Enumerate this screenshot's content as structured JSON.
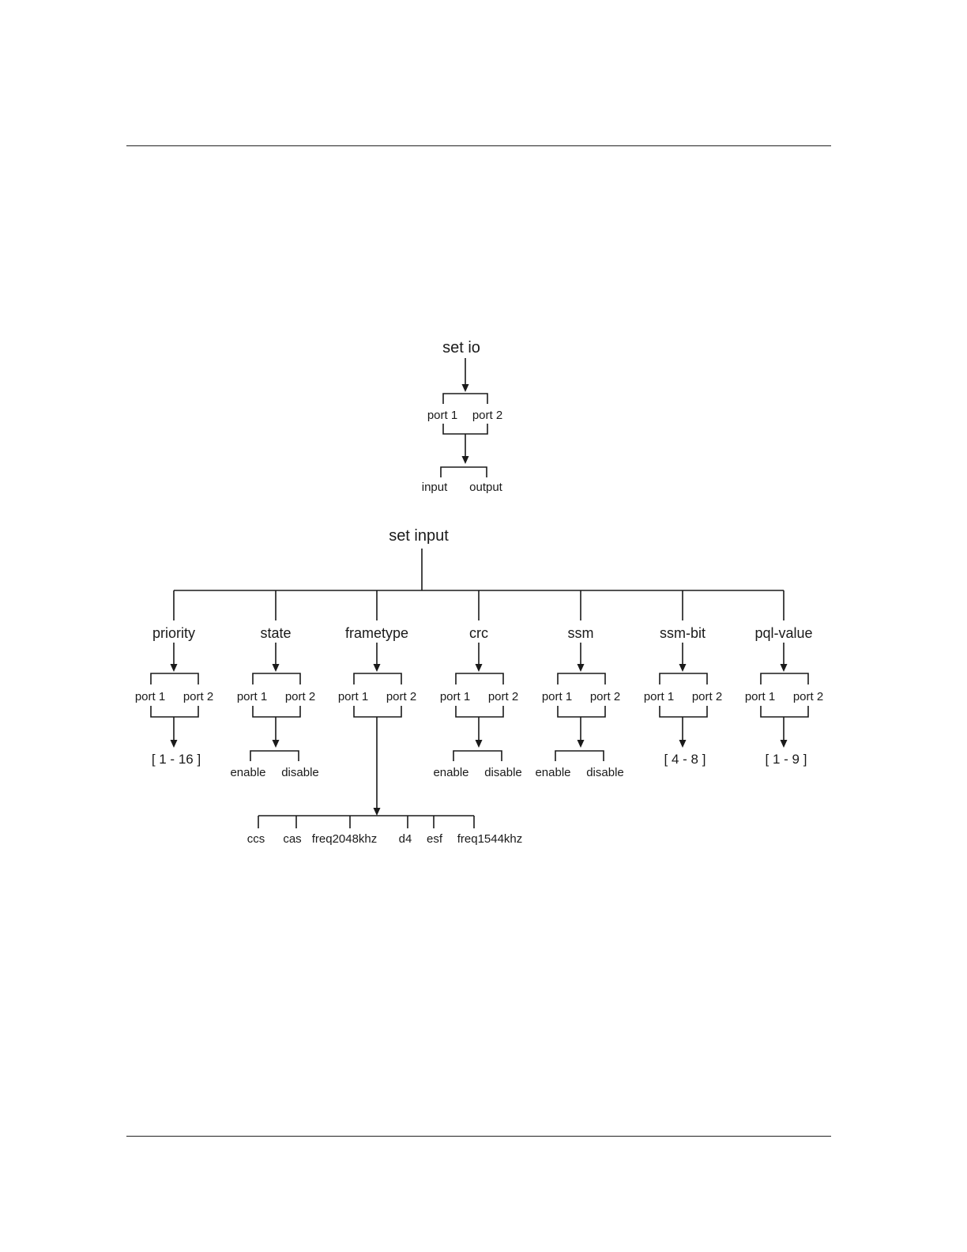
{
  "set_io": {
    "title": "set  io",
    "ports": [
      "port 1",
      "port 2"
    ],
    "directions": [
      "input",
      "output"
    ]
  },
  "set_input": {
    "title": "set input",
    "branches": [
      {
        "name": "priority",
        "ports": [
          "port 1",
          "port 2"
        ],
        "range": "[ 1 - 16 ]"
      },
      {
        "name": "state",
        "ports": [
          "port 1",
          "port 2"
        ],
        "options": [
          "enable",
          "disable"
        ]
      },
      {
        "name": "frametype",
        "ports": [
          "port 1",
          "port 2"
        ],
        "options": [
          "ccs",
          "cas",
          "freq2048khz",
          "d4",
          "esf",
          "freq1544khz"
        ]
      },
      {
        "name": "crc",
        "ports": [
          "port 1",
          "port 2"
        ],
        "options": [
          "enable",
          "disable"
        ]
      },
      {
        "name": "ssm",
        "ports": [
          "port 1",
          "port 2"
        ],
        "options": [
          "enable",
          "disable"
        ]
      },
      {
        "name": "ssm-bit",
        "ports": [
          "port 1",
          "port 2"
        ],
        "range": "[ 4 - 8 ]"
      },
      {
        "name": "pql-value",
        "ports": [
          "port 1",
          "port 2"
        ],
        "range": "[ 1 - 9 ]"
      }
    ]
  }
}
